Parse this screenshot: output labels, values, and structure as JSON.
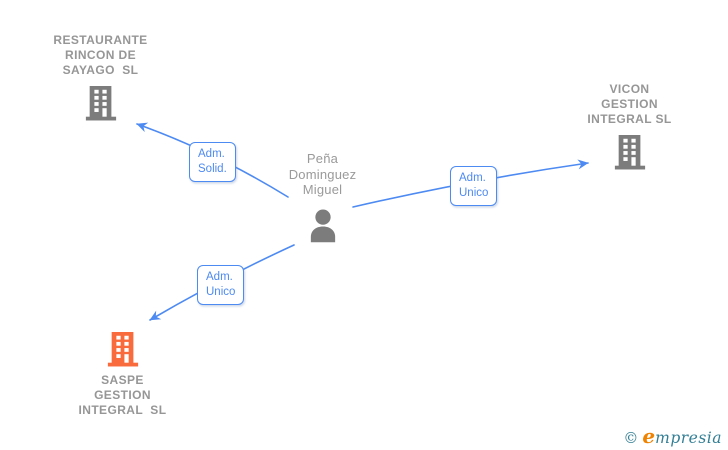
{
  "colors": {
    "edge_blue": "#4d8af2",
    "company_gray": "#969696",
    "person_gray": "#9a9a9a",
    "icon_gray": "#7c7c7c",
    "highlight_orange": "#f96b3c",
    "logo_teal": "#337f95",
    "logo_orange": "#ef8200"
  },
  "person": {
    "name_lines": [
      "Peña",
      "Dominguez",
      "Miguel"
    ]
  },
  "companies": [
    {
      "id": "restaurante",
      "name_lines": [
        "RESTAURANTE",
        "RINCON DE",
        "SAYAGO  SL"
      ],
      "icon": "building-gray"
    },
    {
      "id": "vicon",
      "name_lines": [
        "VICON",
        "GESTION",
        "INTEGRAL SL"
      ],
      "icon": "building-gray"
    },
    {
      "id": "saspe",
      "name_lines": [
        "SASPE",
        "GESTION",
        "INTEGRAL  SL"
      ],
      "icon": "building-orange"
    }
  ],
  "edges": [
    {
      "from": "person",
      "to": "restaurante",
      "label_lines": [
        "Adm.",
        "Solid."
      ]
    },
    {
      "from": "person",
      "to": "vicon",
      "label_lines": [
        "Adm.",
        "Unico"
      ]
    },
    {
      "from": "person",
      "to": "saspe",
      "label_lines": [
        "Adm.",
        "Unico"
      ]
    }
  ],
  "footer": {
    "copyright": "©",
    "brand_first": "e",
    "brand_rest": "mpresia"
  }
}
